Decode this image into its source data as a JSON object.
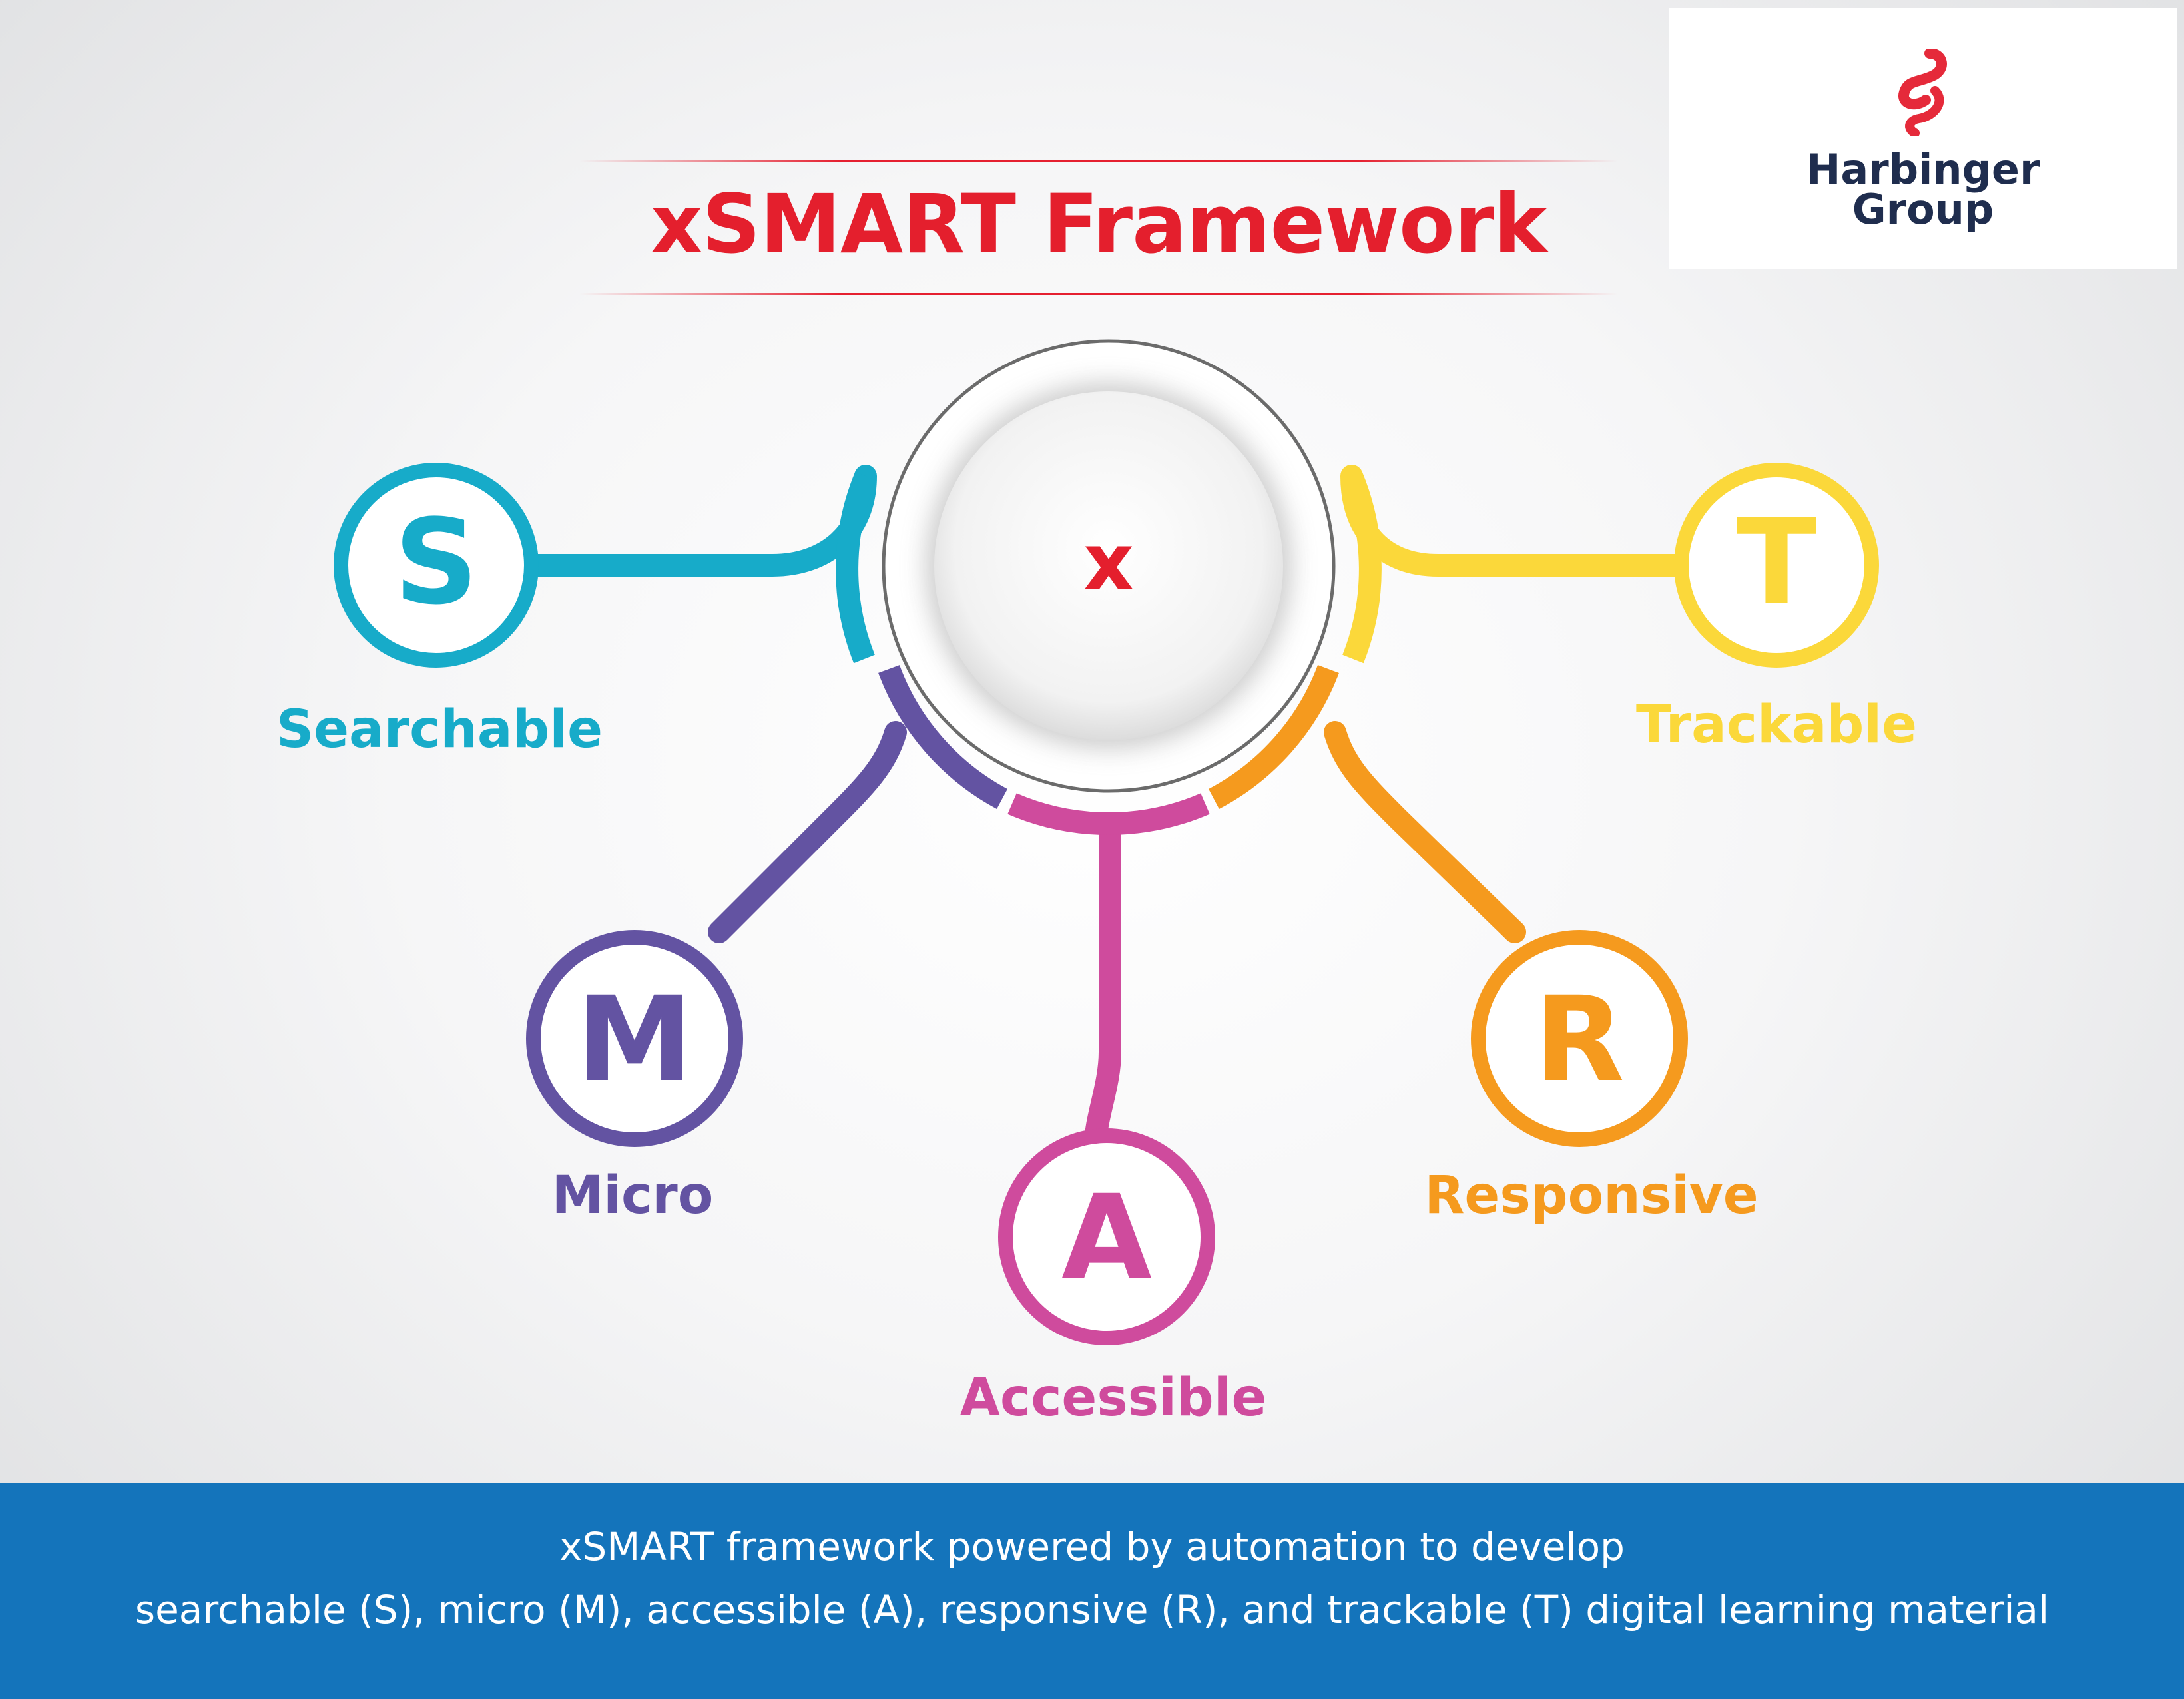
{
  "title": "xSMART Framework",
  "logo": {
    "line1": "Harbinger",
    "line2": "Group"
  },
  "center_label": "x",
  "nodes": [
    {
      "letter": "S",
      "label": "Searchable",
      "color": "#17abc9"
    },
    {
      "letter": "M",
      "label": "Micro",
      "color": "#6353a2"
    },
    {
      "letter": "A",
      "label": "Accessible",
      "color": "#cf4b9d"
    },
    {
      "letter": "R",
      "label": "Responsive",
      "color": "#f59a1e"
    },
    {
      "letter": "T",
      "label": "Trackable",
      "color": "#fbd83a"
    }
  ],
  "accent_color": "#e41f2d",
  "footer": {
    "line1": "xSMART framework powered by automation to develop",
    "line2": "searchable (S), micro (M), accessible (A), responsive (R), and trackable (T) digital learning material",
    "color": "#1474bb"
  }
}
